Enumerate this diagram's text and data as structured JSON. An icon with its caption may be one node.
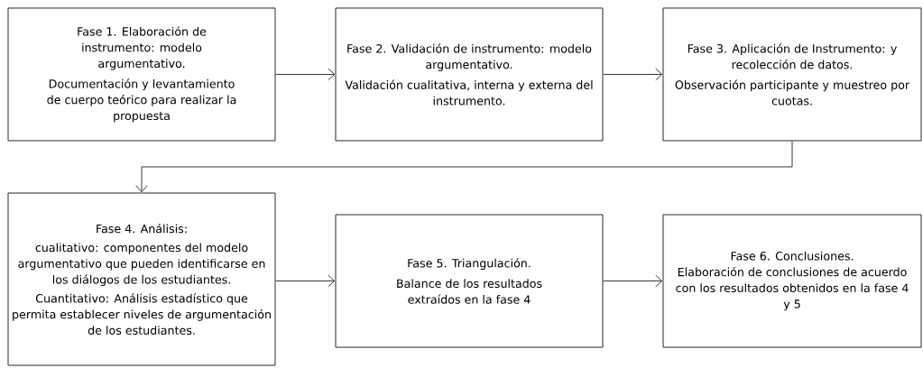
{
  "diagram": {
    "nodes": [
      {
        "text": [
          "Fase 1. Elaboración de instrumento:  modelo argumentativo.",
          "Documentación y levantamiento de cuerpo teórico para realizar la propuesta"
        ]
      },
      {
        "text": [
          "Fase 2. Validación de instrumento:  modelo argumentativo.",
          "Validación cualitativa, interna y externa del instrumento."
        ]
      },
      {
        "text": [
          "Fase 3. Aplicación de Instrumento: y recolección de datos.",
          "Observación participante y muestreo por cuotas."
        ]
      },
      {
        "text": [
          "Fase 4. Análisis:",
          "cualitativo: componentes del modelo argumentativo que pueden identificarse en los diálogos de los estudiantes.",
          "Cuantitativo: Análisis estadístico que permita establecer niveles de argumentación de los estudiantes."
        ]
      },
      {
        "text": [
          "Fase 5. Triangulación.",
          "Balance de los resultados extraídos en la fase 4"
        ]
      },
      {
        "text": [
          "Fase 6. Conclusiones.",
          "Elaboración de conclusiones de acuerdo con los resultados obtenidos en la fase 4 y 5"
        ]
      }
    ],
    "edges": [
      {
        "from": 0,
        "to": 1,
        "arrow": "to"
      },
      {
        "from": 1,
        "to": 2,
        "arrow": "to"
      },
      {
        "from": 2,
        "to": 3,
        "arrow": "to"
      },
      {
        "from": 3,
        "to": 4,
        "arrow": "to"
      },
      {
        "from": 4,
        "to": 5,
        "arrow": "to"
      }
    ]
  }
}
